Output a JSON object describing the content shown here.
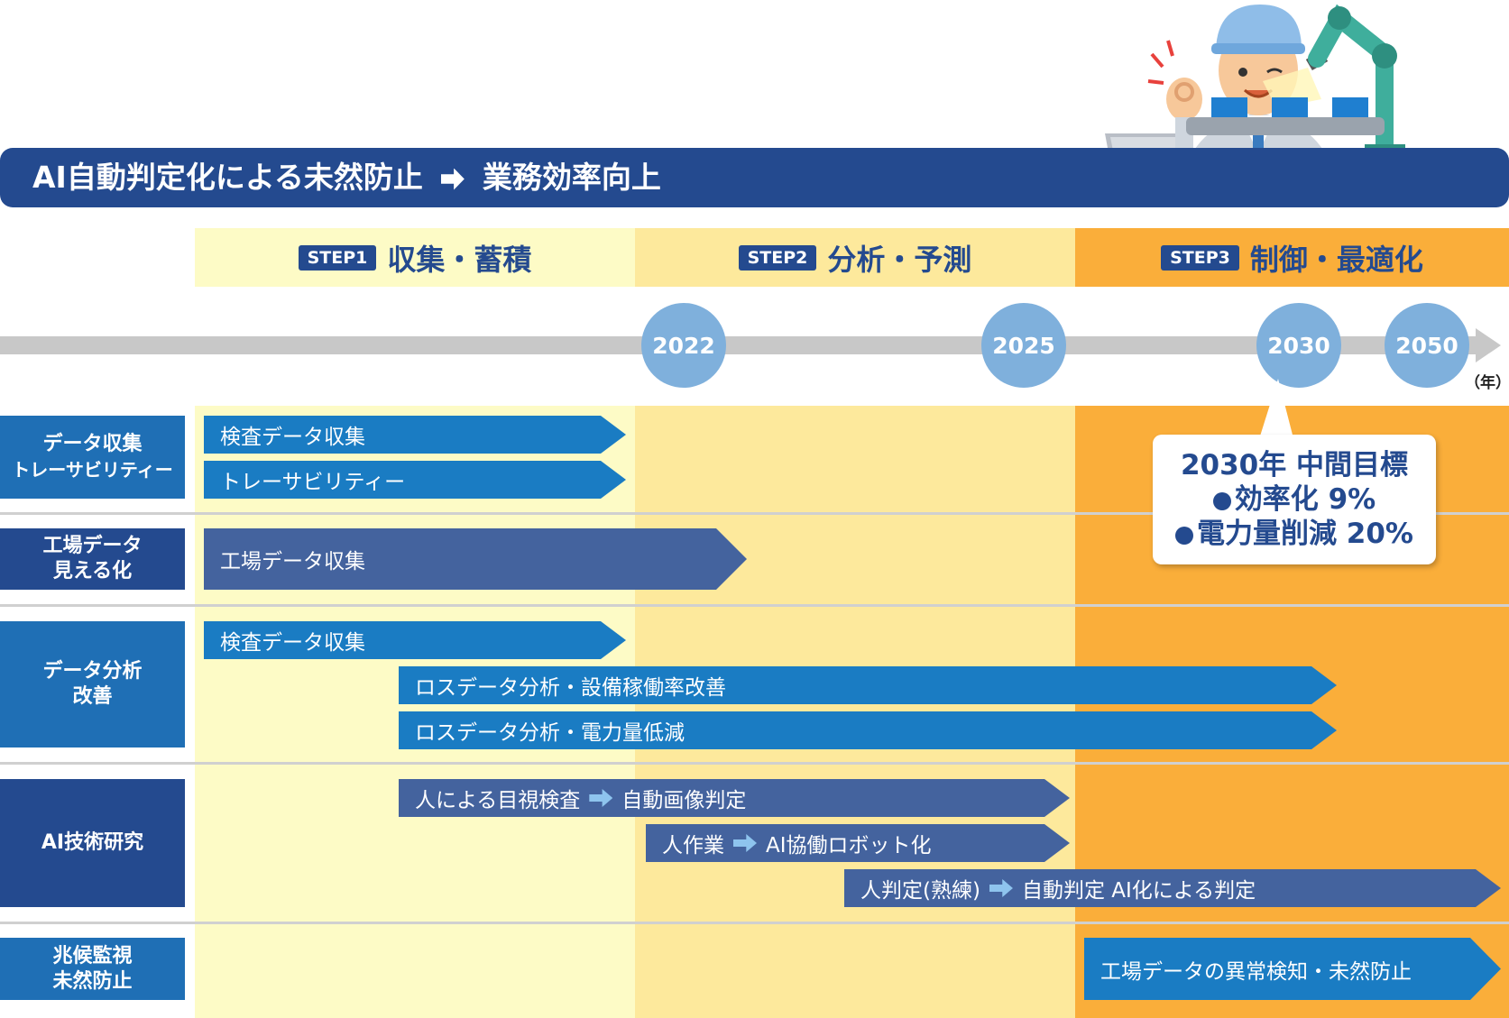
{
  "header": {
    "title_main": "AI自動判定化による未然防止",
    "title_sub": "業務効率向上"
  },
  "steps": [
    {
      "badge": "STEP1",
      "label": "収集・蓄積"
    },
    {
      "badge": "STEP2",
      "label": "分析・予測"
    },
    {
      "badge": "STEP3",
      "label": "制御・最適化"
    }
  ],
  "timeline": {
    "years": [
      "2022",
      "2025",
      "2030",
      "2050"
    ],
    "unit": "（年）"
  },
  "rows": [
    {
      "label_lines": [
        "データ収集",
        "トレーサビリティー"
      ],
      "bars": [
        {
          "text": "検査データ収集"
        },
        {
          "text": "トレーサビリティー"
        }
      ]
    },
    {
      "label_lines": [
        "工場データ",
        "見える化"
      ],
      "bars": [
        {
          "text": "工場データ収集"
        }
      ]
    },
    {
      "label_lines": [
        "データ分析",
        "改善"
      ],
      "bars": [
        {
          "text": "検査データ収集"
        },
        {
          "text": "ロスデータ分析・設備稼働率改善"
        },
        {
          "text": "ロスデータ分析・電力量低減"
        }
      ]
    },
    {
      "label_lines": [
        "AI技術研究"
      ],
      "bars": [
        {
          "text_from": "人による目視検査",
          "text_to": "自動画像判定"
        },
        {
          "text_from": "人作業",
          "text_to": "AI協働ロボット化"
        },
        {
          "text_from": "人判定(熟練)",
          "text_to": "自動判定 AI化による判定"
        }
      ]
    },
    {
      "label_lines": [
        "兆候監視",
        "未然防止"
      ],
      "bars": [
        {
          "text": "工場データの異常検知・未然防止"
        }
      ]
    }
  ],
  "callout": {
    "title": "2030年 中間目標",
    "items": [
      "効率化 9%",
      "電力量削減 20%"
    ]
  },
  "colors": {
    "navy": "#244a8f",
    "bar_blue": "#1a7cc3",
    "bar_slate": "#44639e",
    "step1_bg": "#fdfbc6",
    "step2_bg": "#fde99c",
    "step3_bg": "#faae3a",
    "year_circle": "#7fb0dc"
  },
  "illustration": {
    "icons": [
      "worker-ok-gesture-icon",
      "laptop-icon",
      "robot-arm-conveyor-icon"
    ]
  }
}
